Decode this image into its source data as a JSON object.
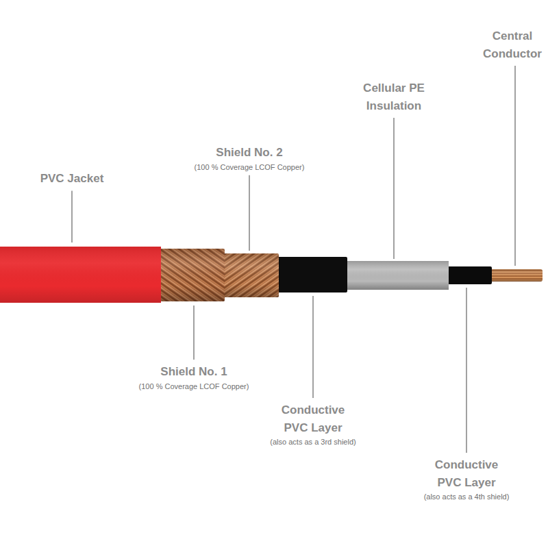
{
  "diagram": {
    "labels": [
      "Central Conductor",
      "Cellular PE Insulation",
      "Shield No. 2",
      "(100 % Coverage LCOF Copper)",
      "PVC Jacket",
      "Shield No. 1",
      "(100 % Coverage LCOF Copper)",
      "Conductive PVC Layer",
      "(also acts as a 3rd shield)",
      "Conductive PVC Layer",
      "(also acts as a 4th shield)"
    ]
  }
}
